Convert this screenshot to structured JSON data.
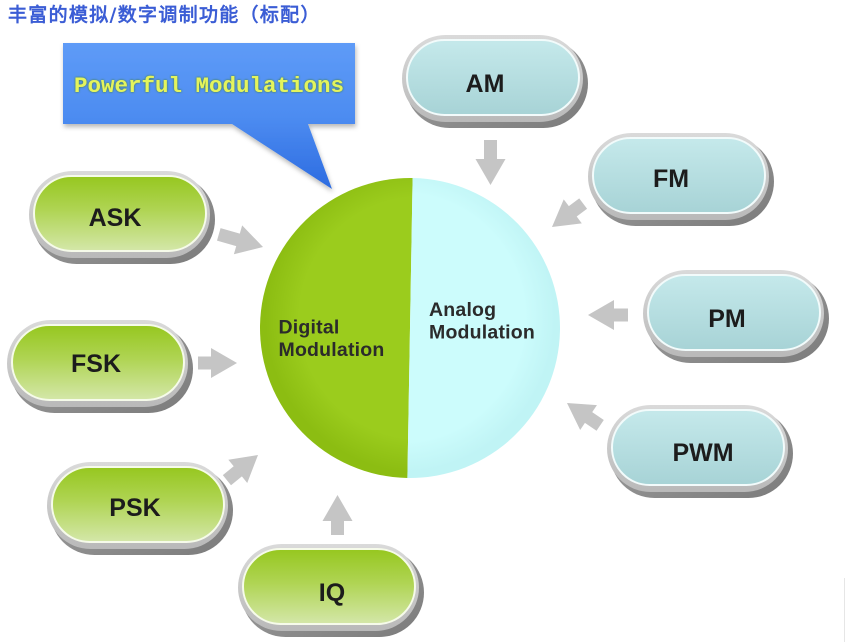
{
  "title": "丰富的模拟/数字调制功能（标配）",
  "callout": {
    "text": "Powerful Modulations"
  },
  "center_circle": {
    "digital": {
      "line1": "Digital",
      "line2": "Modulation"
    },
    "analog": {
      "line1": "Analog",
      "line2": "Modulation"
    }
  },
  "digital_modulations": [
    {
      "label": "ASK"
    },
    {
      "label": "FSK"
    },
    {
      "label": "PSK"
    },
    {
      "label": "IQ"
    }
  ],
  "analog_modulations": [
    {
      "label": "AM"
    },
    {
      "label": "FM"
    },
    {
      "label": "PM"
    },
    {
      "label": "PWM"
    }
  ],
  "icons": {
    "connector": "block-arrow-icon",
    "callout": "speech-bubble-icon"
  },
  "colors": {
    "title": "#3b5dd5",
    "callout": "#4d8cf1",
    "callout_text": "#e4f45c",
    "callout_text_glow": "#3d7a12",
    "digital": "#9bcc1d",
    "analog": "#ccfcfc",
    "digital_pill_top": "#96c71f",
    "digital_pill_bottom": "#d4e7a9",
    "analog_pill_top": "#c5e9eb",
    "analog_pill_bottom": "#a7d3d6",
    "arrow": "#c5c5c5",
    "label_text": "#1c1c1c",
    "circle_text": "#2b2b2b"
  }
}
